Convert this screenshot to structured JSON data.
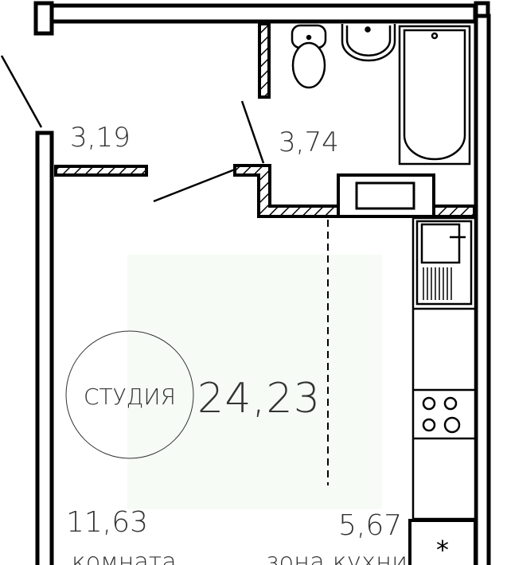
{
  "plan": {
    "type_label": "СТУДИЯ",
    "total_area": "24,23",
    "rooms": {
      "hall_area": "3,19",
      "bathroom_area": "3,74",
      "room_area": "11,63",
      "room_label": "комната",
      "kitchen_area": "5,67",
      "kitchen_label": "зона кухни"
    },
    "colors": {
      "wall": "#000000",
      "text": "#333333",
      "highlight": "#f6fbf6"
    }
  }
}
